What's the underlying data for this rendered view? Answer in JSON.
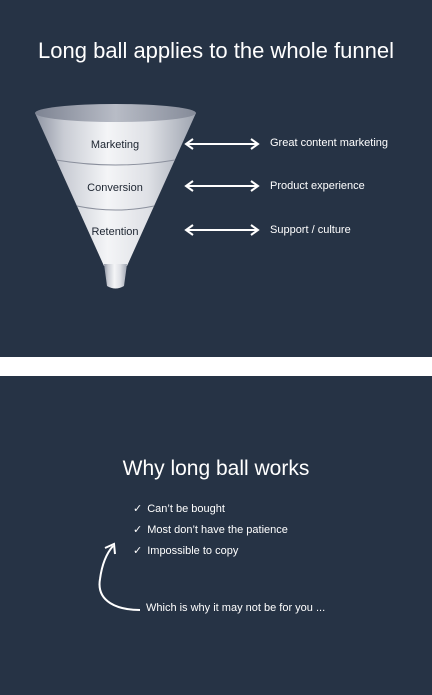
{
  "slide1": {
    "title": "Long ball applies to the whole funnel",
    "stages": [
      {
        "label": "Marketing",
        "description": "Great content marketing"
      },
      {
        "label": "Conversion",
        "description": "Product experience"
      },
      {
        "label": "Retention",
        "description": "Support / culture"
      }
    ]
  },
  "slide2": {
    "title": "Why long ball works",
    "check_glyph": "✓",
    "reasons": [
      "Can’t be bought",
      "Most don’t have the patience",
      "Impossible to copy"
    ],
    "footnote": "Which is why it may not be for you ..."
  },
  "colors": {
    "slide_background": "#263345",
    "funnel": "#d9dce2",
    "text": "#ffffff"
  }
}
